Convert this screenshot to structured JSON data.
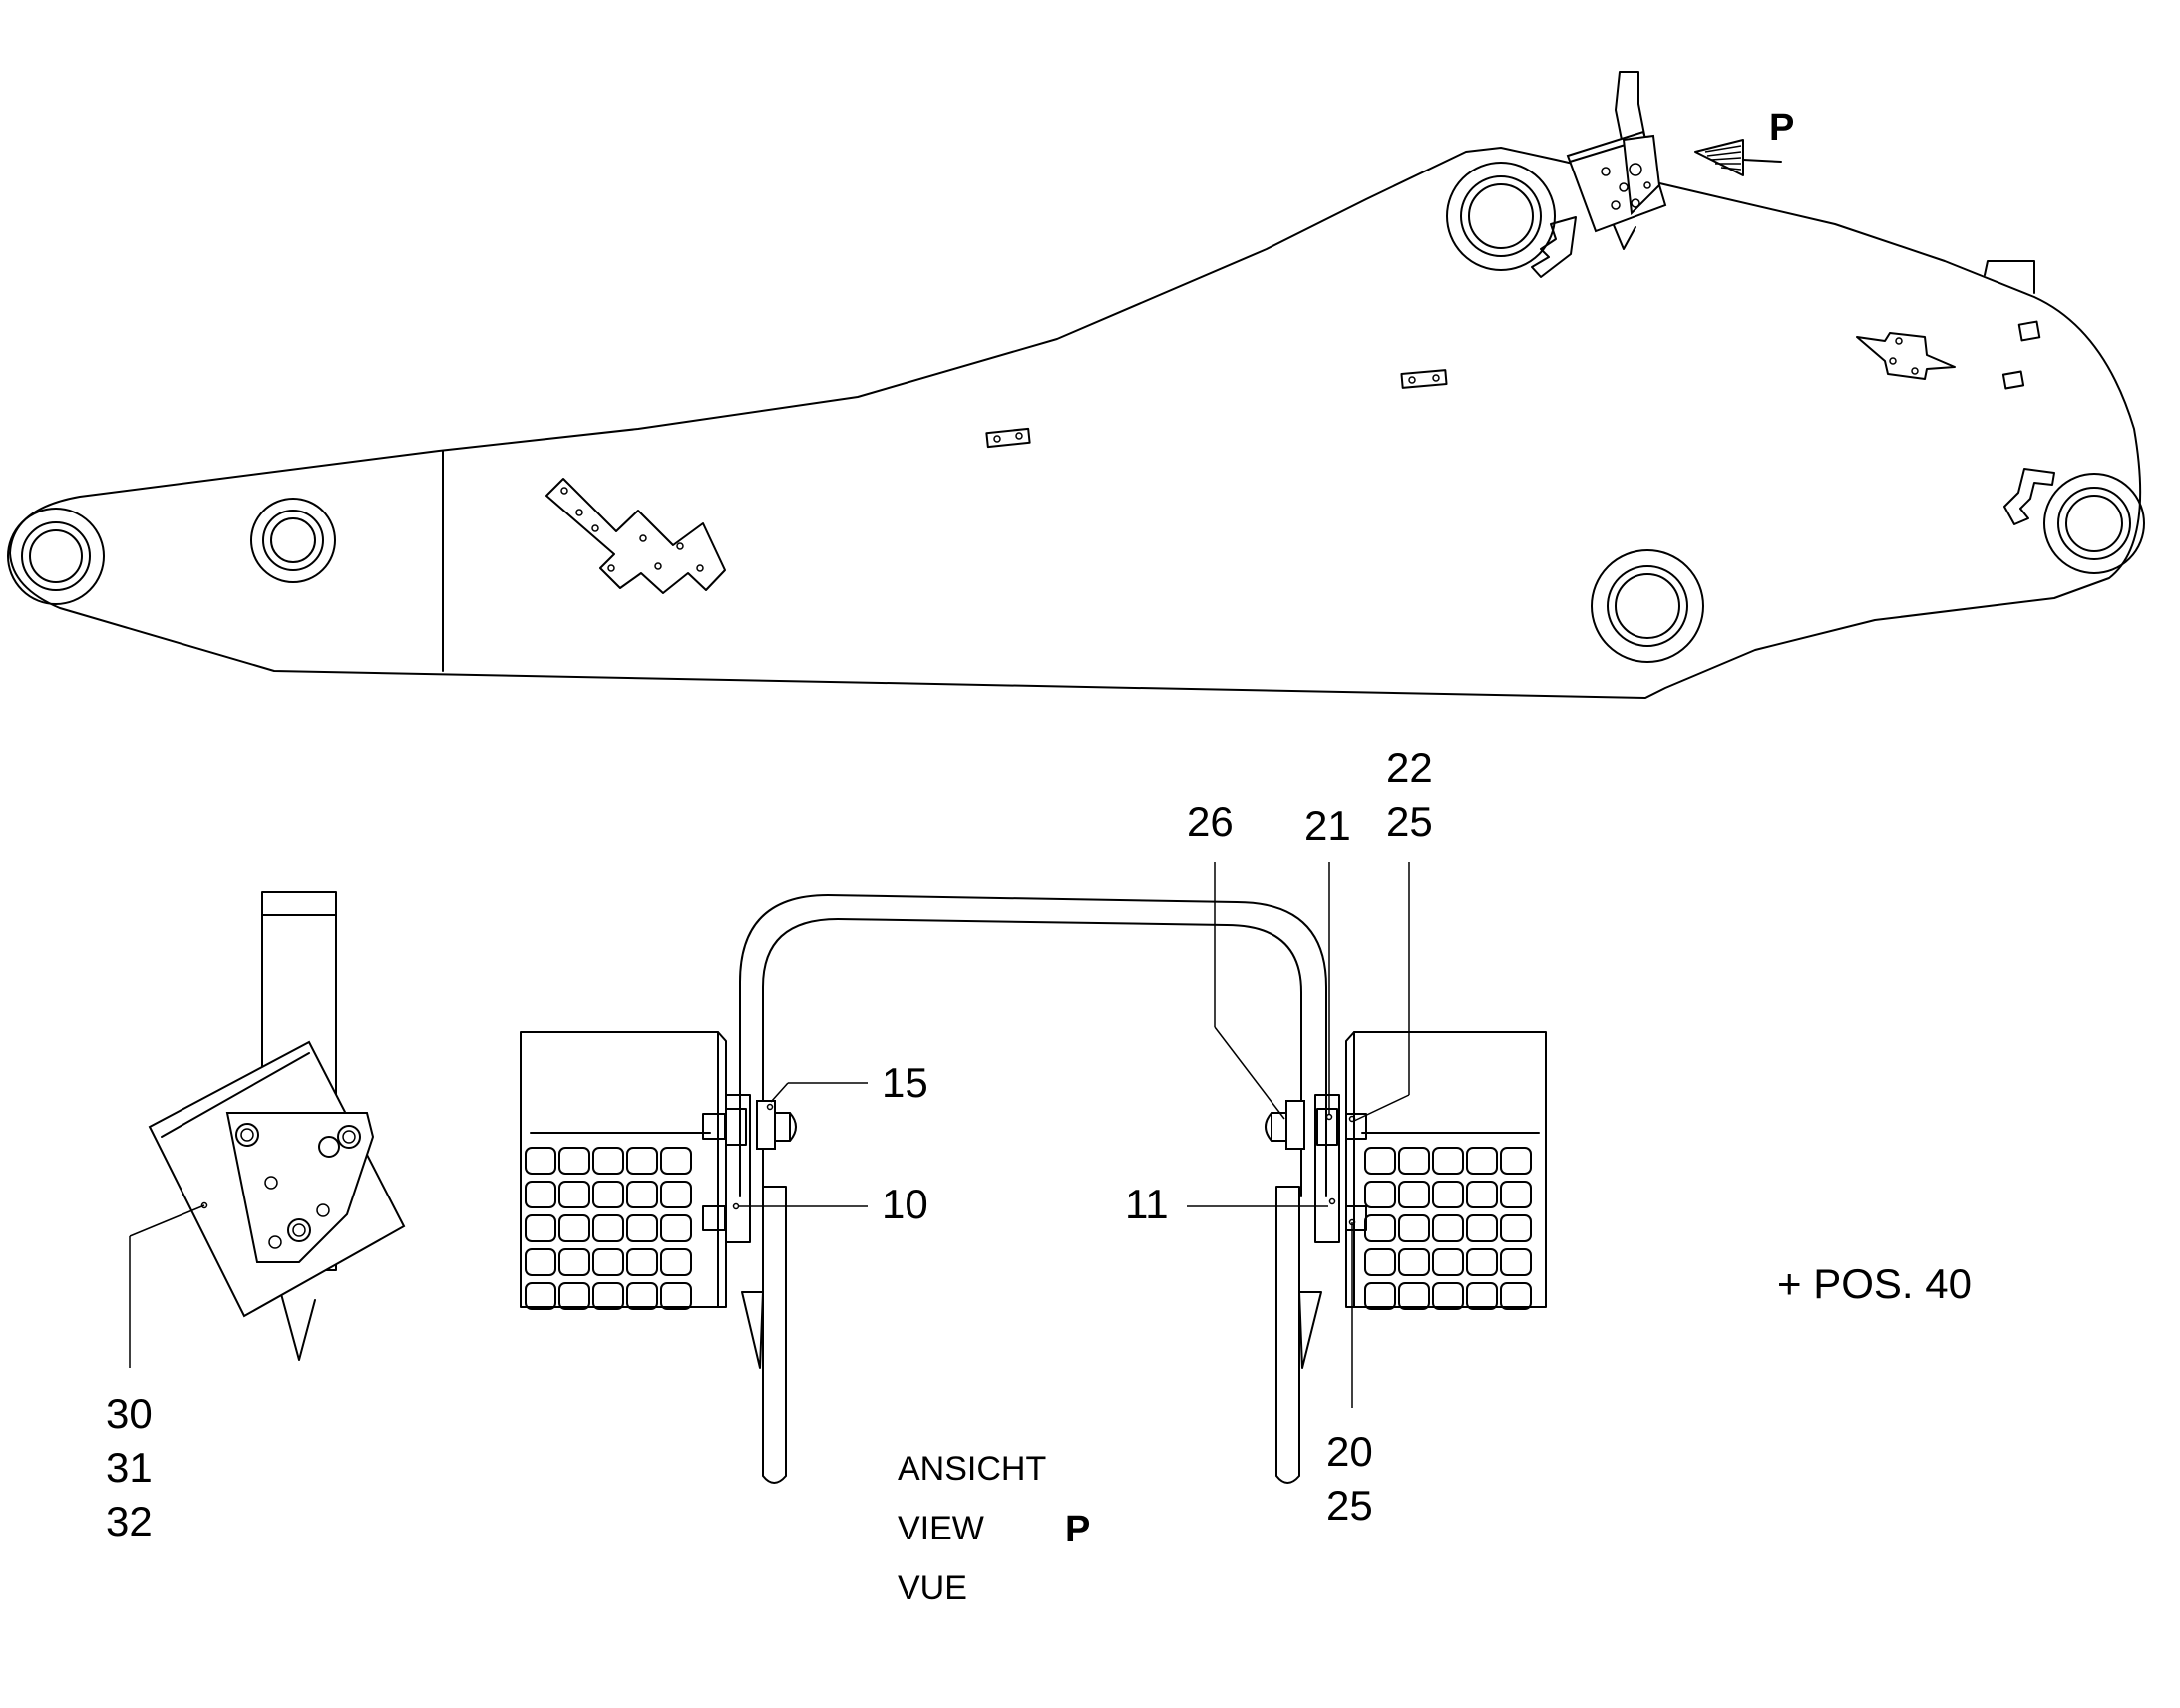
{
  "diagram": {
    "view_marker": "P",
    "callouts": {
      "c15": "15",
      "c10": "10",
      "c26": "26",
      "c21": "21",
      "c22_25": [
        "22",
        "25"
      ],
      "c11": "11",
      "c20_25": [
        "20",
        "25"
      ],
      "c30_32": [
        "30",
        "31",
        "32"
      ]
    },
    "view_caption": {
      "lines": [
        "ANSICHT",
        "VIEW",
        "VUE"
      ],
      "letter": "P"
    },
    "pos_note": "+ POS. 40"
  }
}
